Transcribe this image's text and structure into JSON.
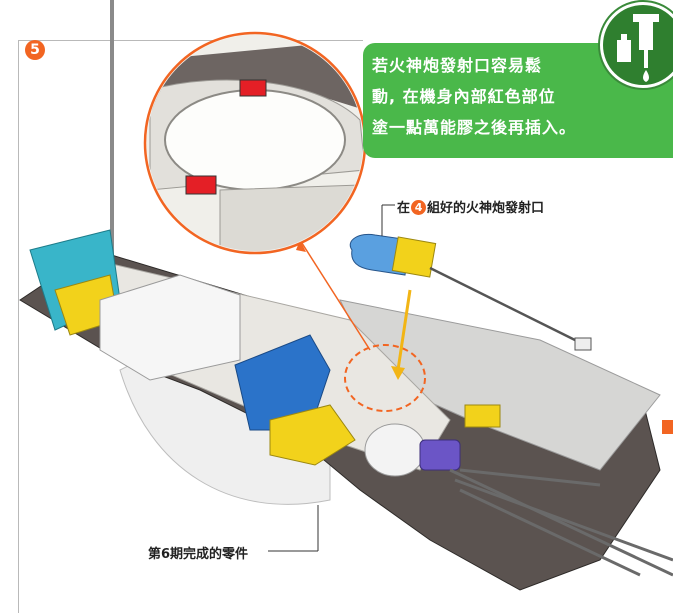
{
  "step": {
    "number": "5"
  },
  "tip": {
    "lines": [
      "若火神炮發射口容易鬆",
      "動, 在機身內部紅色部位",
      "塗一點萬能膠之後再插入。"
    ],
    "icon": "glue-bottle-icon"
  },
  "labels": {
    "part_prefix": "在",
    "part_step": "4",
    "part_suffix": "組好的火神炮發射口",
    "completed_parts": "第6期完成的零件"
  },
  "colors": {
    "accent_orange": "#f26522",
    "tip_green": "#4ab84a",
    "hull_dark": "#5b5350",
    "blue_part": "#2b73c9",
    "yellow_part": "#f2d21b",
    "teal_part": "#39b5c9"
  }
}
